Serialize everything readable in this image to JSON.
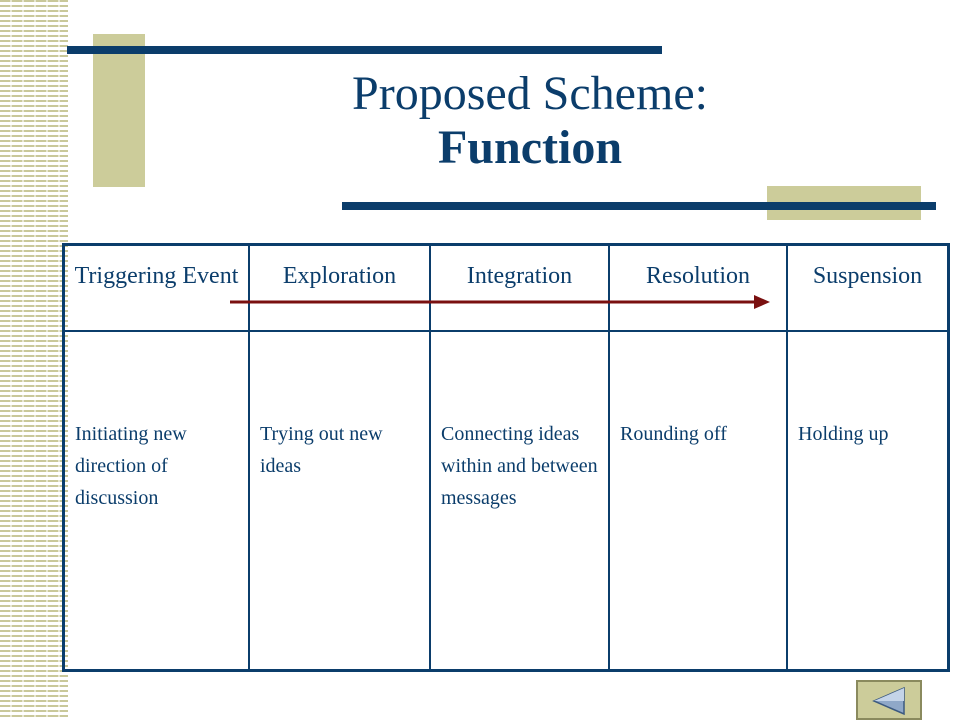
{
  "slide": {
    "title_line1": "Proposed Scheme:",
    "title_line2": "Function"
  },
  "table": {
    "columns": [
      {
        "header": "Triggering Event",
        "description": "Initiating new direction of discussion"
      },
      {
        "header": "Exploration",
        "description": "Trying out new ideas"
      },
      {
        "header": "Integration",
        "description": "Connecting ideas within and between messages"
      },
      {
        "header": "Resolution",
        "description": "Rounding off"
      },
      {
        "header": "Suspension",
        "description": "Holding up"
      }
    ]
  },
  "icons": {
    "flow_arrow": "right-arrow-icon",
    "nav_back": "left-triangle-icon"
  },
  "colors": {
    "navy": "#0b3d6b",
    "khaki": "#cccc9a",
    "arrow": "#7a1010"
  }
}
